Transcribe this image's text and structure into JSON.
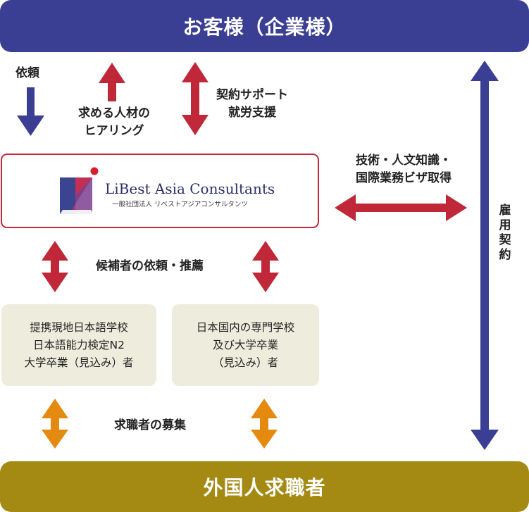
{
  "top_bar": {
    "title": "お客様（企業様）"
  },
  "bottom_bar": {
    "title": "外国人求職者"
  },
  "company": {
    "name": "LiBest Asia Consultants",
    "subtitle": "一般社団法人 リベストアジアコンサルタンツ"
  },
  "labels": {
    "request": "依頼",
    "hearing_line1": "求める人材の",
    "hearing_line2": "ヒアリング",
    "support_line1": "契約サポート",
    "support_line2": "就労支援",
    "visa_line1": "技術・人文知識・",
    "visa_line2": "国際業務ビザ取得",
    "employment": "雇用契約",
    "recommend": "候補者の依頼・推薦",
    "recruit": "求職者の募集"
  },
  "cards": [
    {
      "lines": [
        "提携現地日本語学校",
        "日本語能力検定N2",
        "大学卒業（見込み）者"
      ]
    },
    {
      "lines": [
        "日本国内の専門学校",
        "及び大学卒業",
        "（見込み）者"
      ]
    }
  ],
  "colors": {
    "navy": "#3b3f93",
    "gold": "#a48912",
    "red": "#c0283a",
    "orange": "#e58a10",
    "card_bg": "#eeeddd"
  }
}
